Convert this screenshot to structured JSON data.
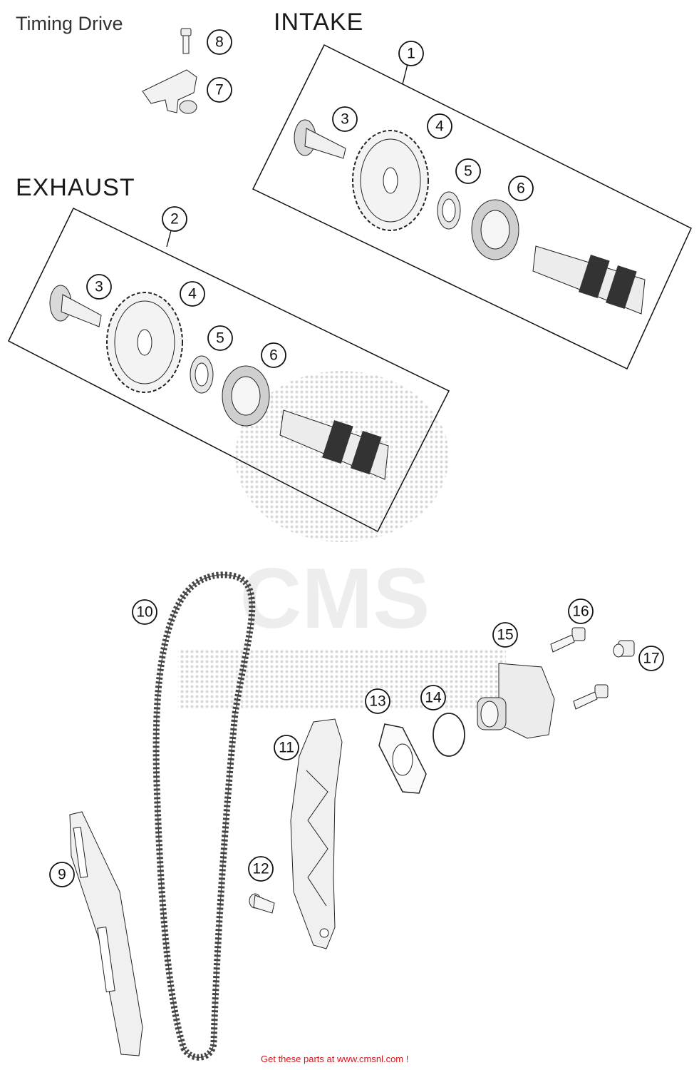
{
  "title": "Timing Drive",
  "groups": {
    "intake": "INTAKE",
    "exhaust": "EXHAUST"
  },
  "watermark": "CMS",
  "footer": "Get these parts at www.cmsnl.com !",
  "callouts": [
    "1",
    "2",
    "3",
    "3",
    "4",
    "4",
    "5",
    "5",
    "6",
    "6",
    "7",
    "8",
    "9",
    "10",
    "11",
    "12",
    "13",
    "14",
    "15",
    "16",
    "17"
  ],
  "colors": {
    "footer_red": "#d8141c",
    "line": "#111111",
    "watermark": "#c9c9c9"
  }
}
